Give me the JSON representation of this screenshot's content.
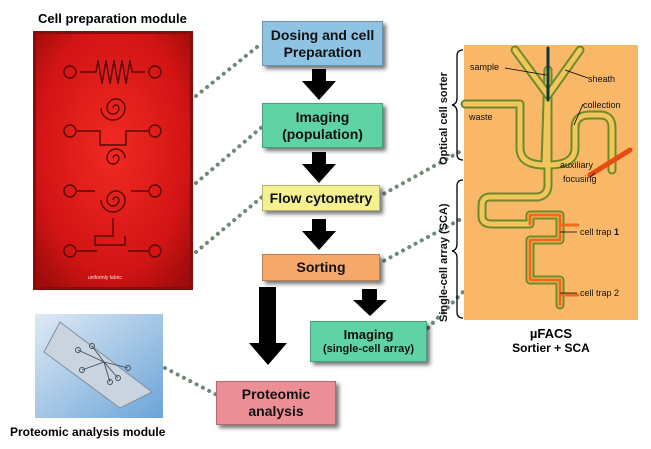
{
  "titles": {
    "cell_prep_module": "Cell preparation module",
    "proteomic_module": "Proteomic analysis module"
  },
  "chip_label": "uniformly fabric",
  "flow_boxes": {
    "dosing": "Dosing and cell Preparation",
    "imaging_population": [
      "Imaging",
      "(population)"
    ],
    "flow_cytometry": "Flow cytometry",
    "sorting": "Sorting",
    "imaging_sca": [
      "Imaging",
      "(single-cell array)"
    ],
    "proteomic": [
      "Proteomic",
      "analysis"
    ]
  },
  "ufacs": {
    "section_labels": {
      "optical_sorter": "Optical cell sorter",
      "sca": "Single-cell array (SCA)"
    },
    "channel_labels": {
      "sample": "sample",
      "sheath": "sheath",
      "waste": "waste",
      "collection": "collection",
      "auxiliary": "auxiliary",
      "focusing": "focusing",
      "cell_trap_1": "cell trap",
      "cell_trap_1_num": "1",
      "cell_trap_2": "cell trap 2"
    },
    "caption": [
      "µFACS",
      "Sortier + SCA"
    ]
  },
  "colors": {
    "dosing": "#8fc3e3",
    "imaging": "#5fd3a3",
    "flow_cytometry": "#f5f090",
    "sorting": "#f5a86a",
    "proteomic": "#ec8e96",
    "chip_red": "#dd1a1a",
    "ufacs_bg": "#f9b868"
  }
}
